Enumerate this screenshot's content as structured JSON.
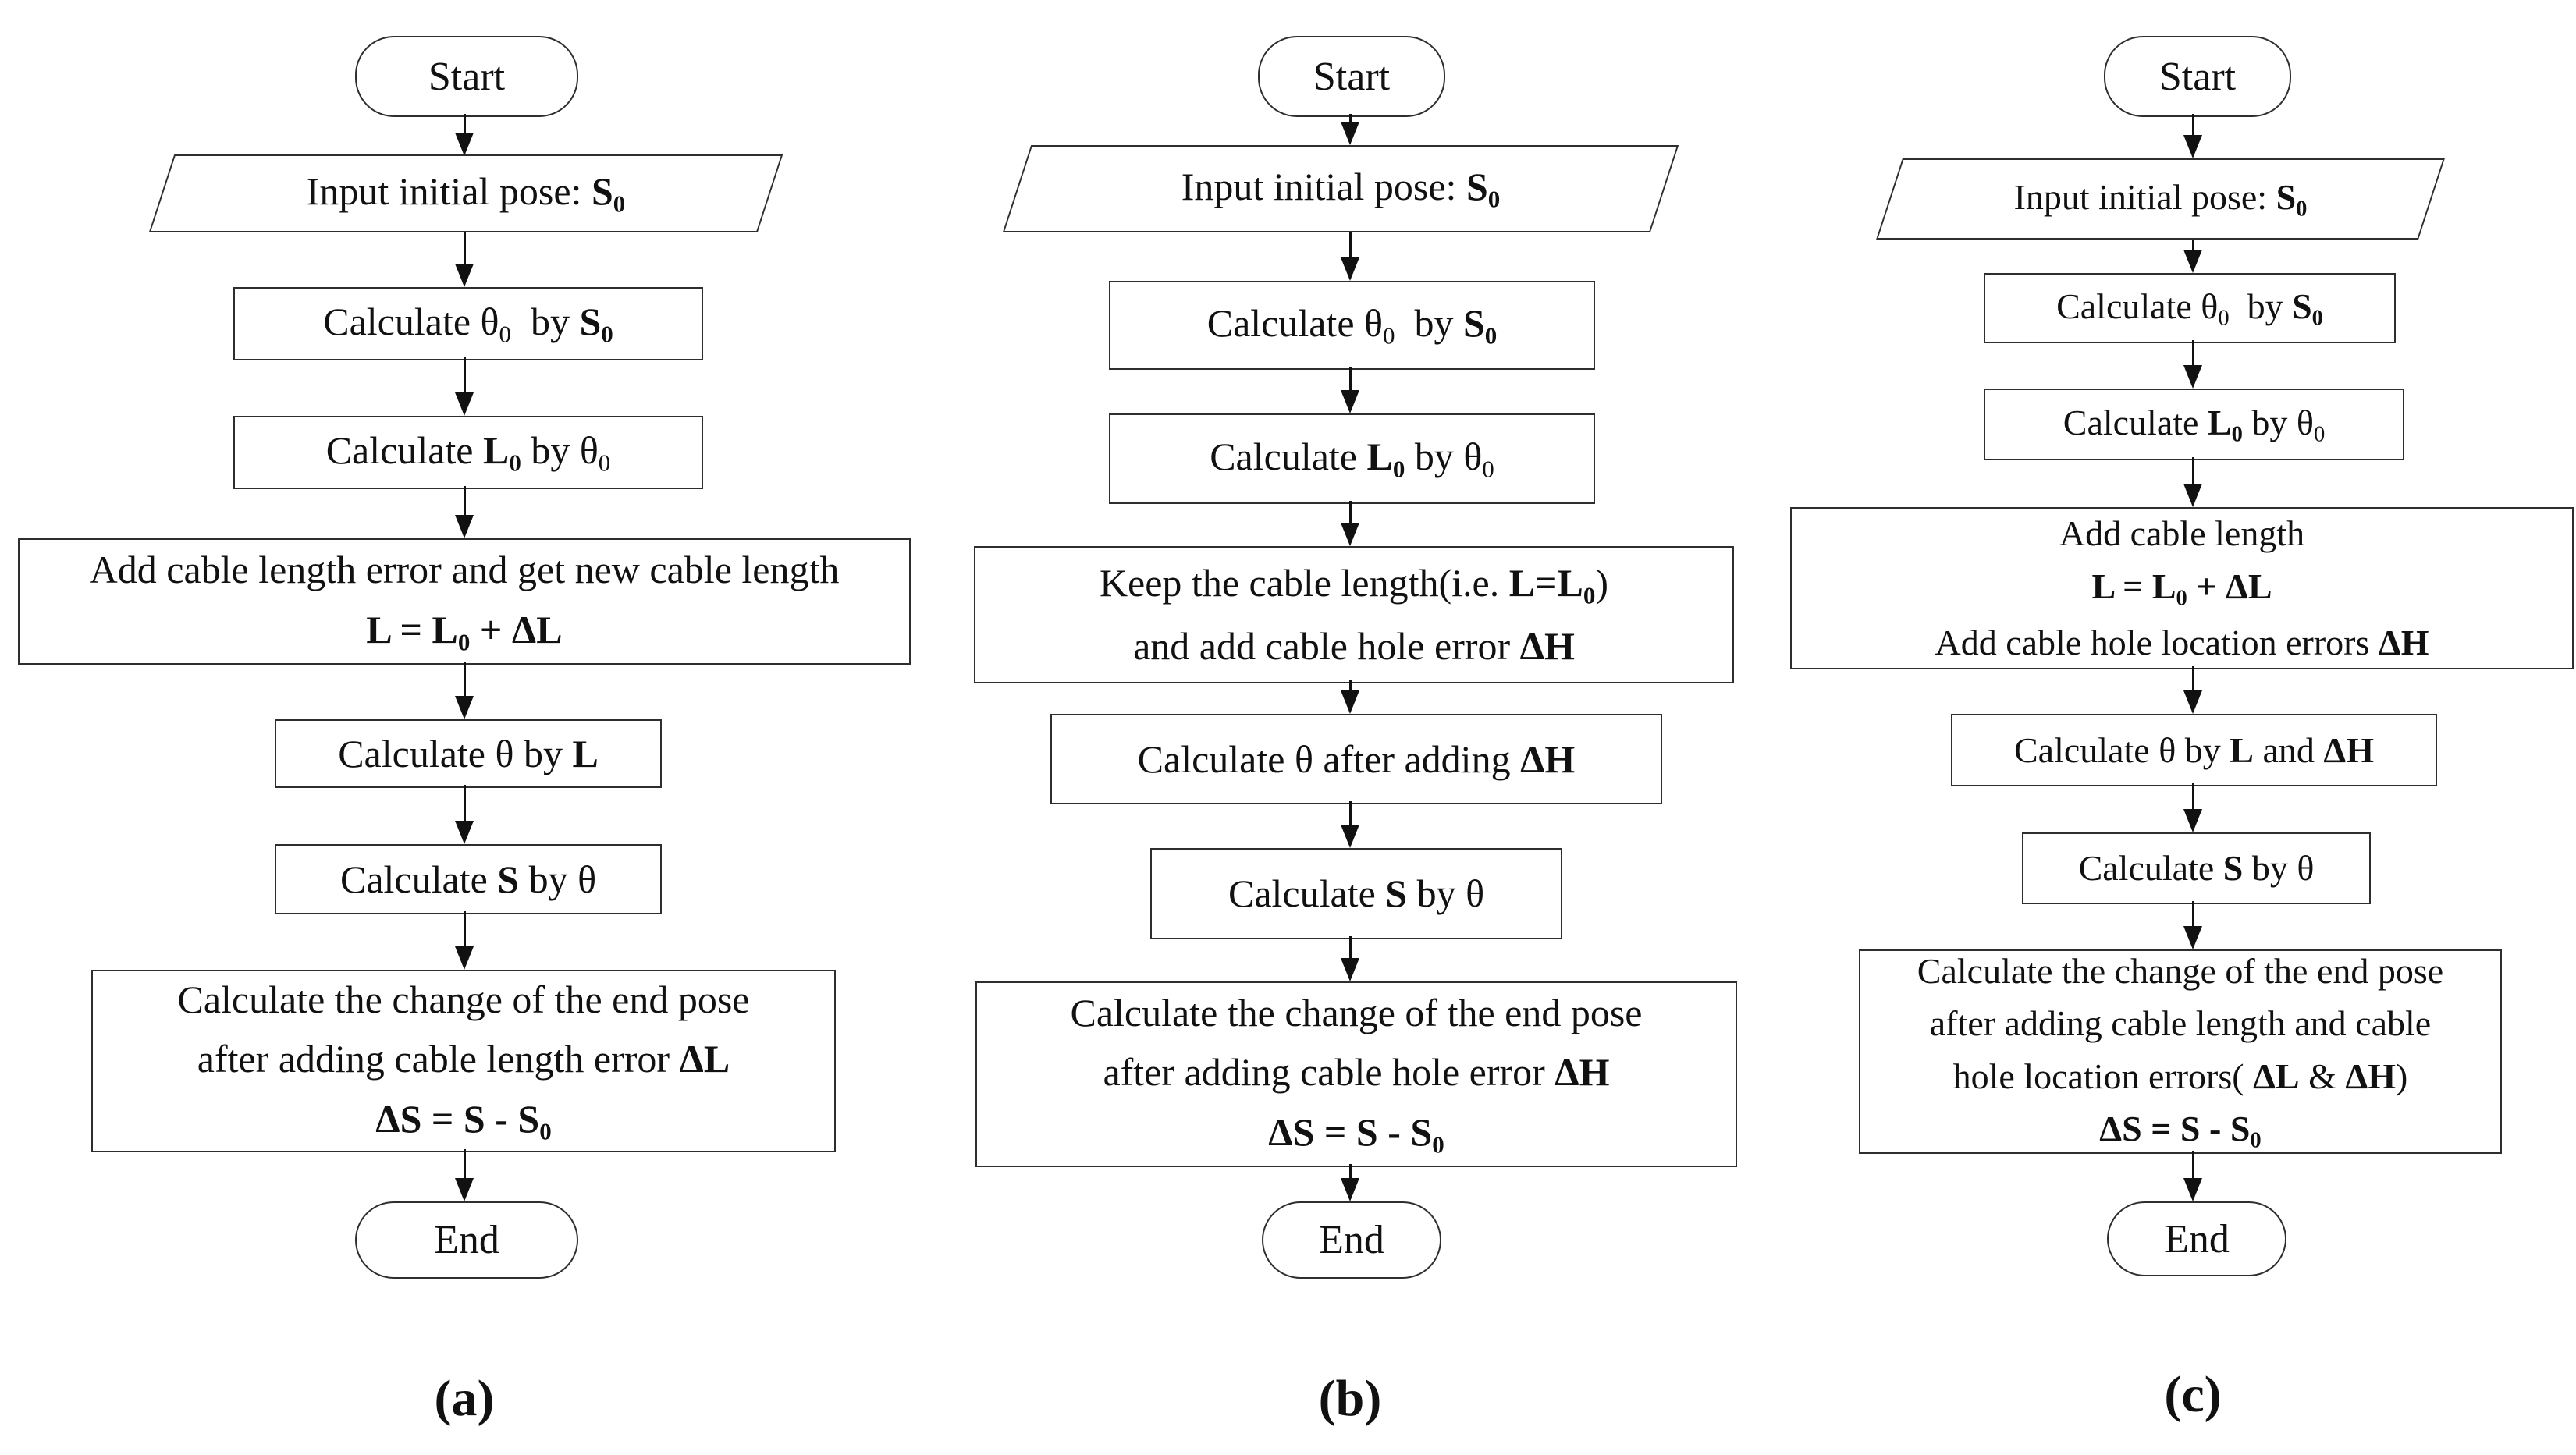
{
  "colors": {
    "ink": "#111111",
    "paper": "#ffffff"
  },
  "columns": [
    {
      "label": "(a)",
      "start": "Start",
      "end": "End",
      "input": {
        "a": "Input initial pose: ",
        "b": "S",
        "bs": "0"
      },
      "calc1": {
        "a": "Calculate ",
        "b": "θ",
        "bs": "0",
        "c": "  by ",
        "d": "S",
        "ds": "0"
      },
      "calc2": {
        "a": "Calculate ",
        "b": "L",
        "bs": "0",
        "c": " by ",
        "d": "θ",
        "ds": "0"
      },
      "big": {
        "l1": "Add cable length error and get new cable length",
        "f1": "L = L",
        "f1s": "0",
        "f2": " + ΔL"
      },
      "calc3": {
        "a": "Calculate ",
        "b": "θ",
        "c": " by ",
        "d": "L"
      },
      "calc4": {
        "a": "Calculate ",
        "b": "S",
        "c": " by ",
        "d": "θ"
      },
      "final": {
        "l1": "Calculate the change of the end pose",
        "l2a": "after adding cable length error ",
        "l2b": "ΔL",
        "f1": "ΔS = S - S",
        "f1s": "0"
      }
    },
    {
      "label": "(b)",
      "start": "Start",
      "end": "End",
      "input": {
        "a": "Input initial pose: ",
        "b": "S",
        "bs": "0"
      },
      "calc1": {
        "a": "Calculate ",
        "b": "θ",
        "bs": "0",
        "c": "  by ",
        "d": "S",
        "ds": "0"
      },
      "calc2": {
        "a": "Calculate ",
        "b": "L",
        "bs": "0",
        "c": " by ",
        "d": "θ",
        "ds": "0"
      },
      "big": {
        "l1a": "Keep the cable length(i.e. ",
        "l1b": "L=L",
        "l1bs": "0",
        "l1c": ")",
        "l2a": "and add cable hole error ",
        "l2b": "ΔH"
      },
      "calc3": {
        "a": "Calculate ",
        "b": "θ",
        "c": " after adding ",
        "d": "ΔH"
      },
      "calc4": {
        "a": "Calculate ",
        "b": "S",
        "c": " by ",
        "d": "θ"
      },
      "final": {
        "l1": "Calculate the change of the end pose",
        "l2a": "after adding cable hole error ",
        "l2b": "ΔH",
        "f1": "ΔS = S - S",
        "f1s": "0"
      }
    },
    {
      "label": "(c)",
      "start": "Start",
      "end": "End",
      "input": {
        "a": "Input initial pose: ",
        "b": "S",
        "bs": "0"
      },
      "calc1": {
        "a": "Calculate ",
        "b": "θ",
        "bs": "0",
        "c": "  by ",
        "d": "S",
        "ds": "0"
      },
      "calc2": {
        "a": "Calculate ",
        "b": "L",
        "bs": "0",
        "c": " by ",
        "d": "θ",
        "ds": "0"
      },
      "big": {
        "l1": "Add cable length",
        "f1": "L = L",
        "f1s": "0",
        "f2": " + ΔL",
        "l3a": "Add cable hole location errors ",
        "l3b": "ΔH"
      },
      "calc3": {
        "a": "Calculate ",
        "b": "θ",
        "c": " by ",
        "d": "L",
        "e": " and ",
        "f": "ΔH"
      },
      "calc4": {
        "a": "Calculate ",
        "b": "S",
        "c": " by ",
        "d": "θ"
      },
      "final": {
        "l1": "Calculate the change of the end pose",
        "l2": "after adding cable length and cable",
        "l3a": "hole location errors( ",
        "l3b": "ΔL",
        "l3c": " & ",
        "l3d": "ΔH",
        "l3e": ")",
        "f1": "ΔS = S - S",
        "f1s": "0"
      }
    }
  ]
}
